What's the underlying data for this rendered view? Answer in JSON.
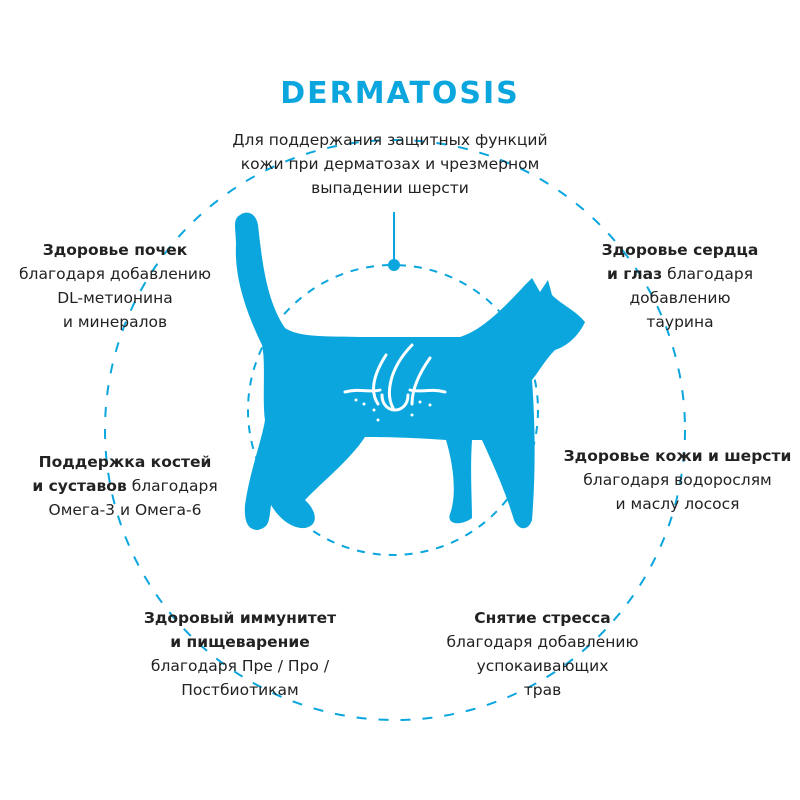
{
  "title": "DERMATOSIS",
  "accent_color": "#0aa6dd",
  "intro": [
    "Для поддержания защитных функций",
    "кожи при дерматозах и чрезмерном",
    "выпадении шерсти"
  ],
  "benefits": {
    "kidneys": {
      "bold": [
        "Здоровье почек"
      ],
      "text": [
        "благодаря добавлению",
        "DL-метионина",
        "и минералов"
      ]
    },
    "heart": {
      "bold": [
        "Здоровье сердца",
        "и глаз"
      ],
      "text_inline": "благодаря",
      "text": [
        "добавлению",
        "таурина"
      ]
    },
    "bones": {
      "bold": [
        "Поддержка костей",
        "и суставов"
      ],
      "text_inline": "благодаря",
      "text": [
        "Омега-3 и Омега-6"
      ]
    },
    "skin": {
      "bold": [
        "Здоровье кожи и шерсти"
      ],
      "text": [
        "благодаря водорослям",
        "и маслу лосося"
      ]
    },
    "immunity": {
      "bold": [
        "Здоровый иммунитет",
        "и пищеварение"
      ],
      "text": [
        "благодаря Пре / Про /",
        "Постбиотикам"
      ]
    },
    "stress": {
      "bold": [
        "Снятие стресса"
      ],
      "text": [
        "благодаря добавлению",
        "успокаивающих",
        "трав"
      ]
    }
  },
  "icons": [
    "cat-silhouette-icon",
    "skin-hair-follicle-icon"
  ]
}
